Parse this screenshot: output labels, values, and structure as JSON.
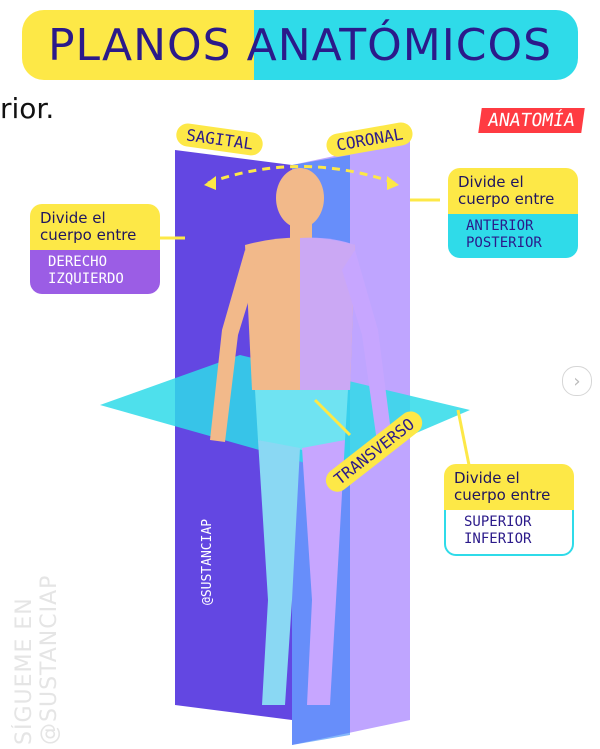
{
  "header": {
    "title": "PLANOS ANATÓMICOS",
    "partial_text": "rior.",
    "tag": "ANATOMÍA"
  },
  "planes": {
    "sagital_label": "SAGITAL",
    "coronal_label": "CORONAL",
    "transverso_label": "TRANSVERSO",
    "credit": "@SUSTANCIAP"
  },
  "boxes": {
    "sagital": {
      "title": "Divide el cuerpo entre",
      "item1": "DERECHO",
      "item2": "IZQUIERDO"
    },
    "coronal": {
      "title": "Divide el cuerpo entre",
      "item1": "ANTERIOR",
      "item2": "POSTERIOR"
    },
    "transverso": {
      "title": "Divide el cuerpo entre",
      "item1": "SUPERIOR",
      "item2": "INFERIOR"
    }
  },
  "watermark": "SÍGUEME EN @SUSTANCIAP",
  "nav_icon": "chevron-right-icon",
  "colors": {
    "yellow": "#fde847",
    "cyan": "#2fdbe9",
    "purple": "#9b5de5",
    "blue_plane": "#5b3de0",
    "lavender": "#b89bff",
    "skin": "#f2b98a",
    "red_tag": "#ff3b42"
  }
}
